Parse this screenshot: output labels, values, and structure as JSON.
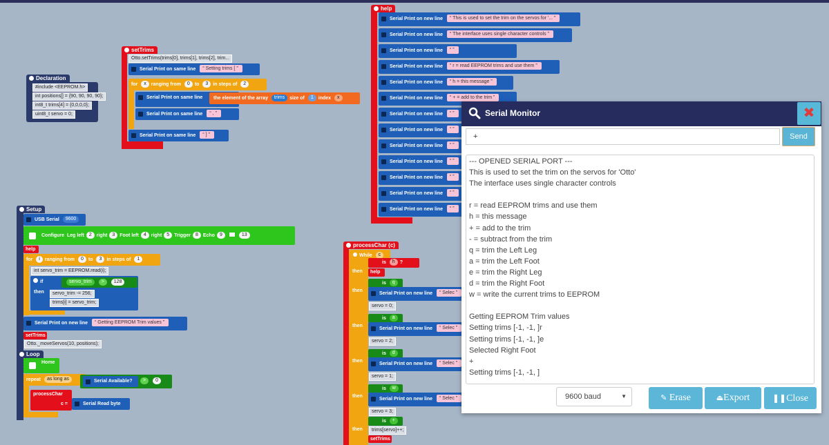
{
  "declaration": {
    "title": "Declaration",
    "lines": [
      "#include <EEPROM.h>",
      "int positions[] = {90, 90, 90, 90};",
      "int8_t trims[4] = {0,0,0,0};",
      "uint8_t servo = 0;"
    ]
  },
  "settrims": {
    "title": "setTrims",
    "call": "Otto.setTrims(trims[0], trims[1], trims[2], trim...",
    "print_same": "Serial Print on same line",
    "str_setting": "Setting trims [",
    "for_label": "for",
    "var_x": "x",
    "ranging": "ranging from",
    "from": "0",
    "to_label": "to",
    "to": "3",
    "steps_label": "in steps of",
    "steps": "2",
    "element_text": "the element of the array",
    "arr": "trims",
    "size_label": "size of",
    "size_val": "1",
    "index_label": "index",
    "index_var": "x",
    "str_comma": ",",
    "str_close": "]"
  },
  "help_block": {
    "title": "help",
    "print_new": "Serial Print on new line",
    "strings": [
      "This is used to set the trim on the servos for '...",
      "The interface uses single character controls",
      "",
      "r = read EEPROM trims and use them",
      "h = this message",
      "+ = add to the trim",
      "",
      "",
      "",
      "",
      "",
      "",
      ""
    ]
  },
  "setup": {
    "title": "Setup",
    "usb": "USB Serial",
    "baud": "9600",
    "configure": "Configure",
    "leg_left": "Leg left",
    "v2": "2",
    "right": "right",
    "v3": "3",
    "foot_left": "Foot left",
    "v4": "4",
    "v5": "5",
    "trigger": "Trigger",
    "v8": "8",
    "echo": "Echo",
    "v9": "9",
    "v13": "13",
    "help": "help",
    "for_label": "for",
    "var_i": "i",
    "ranging": "ranging from",
    "from": "0",
    "to_label": "to",
    "to": "3",
    "steps_label": "in steps of",
    "steps": "1",
    "read_line": "int servo_trim = EEPROM.read(i);",
    "if_label": "if",
    "cond_var": "servo_trim",
    "cond_op": ">",
    "cond_val": "128",
    "then_label": "then",
    "then1": "servo_trim -= 256;",
    "then2": "trims[i] = servo_trim;",
    "print_new": "Serial Print on new line",
    "str_getting": "Getting EEPROM Trim values",
    "settrims": "setTrims",
    "move": "Otto._moveServos(10, positions);"
  },
  "loop": {
    "title": "Loop",
    "home": "Home",
    "repeat": "repeat",
    "as_long": "as long as",
    "available": "Serial Available?",
    "op": ">",
    "zero": "0",
    "process": "processChar",
    "c": "c",
    "eq": "=",
    "read_byte": "Serial Read byte"
  },
  "process": {
    "title": "processChar",
    "param": "(c)",
    "while_label": "While",
    "c": "c",
    "is": "is",
    "char_h": "h",
    "q": "?",
    "then": "then",
    "help": "help",
    "chars": [
      "q",
      "a",
      "d",
      "w"
    ],
    "print_new": "Serial Print on new line",
    "select": "Selec",
    "servo_lines": [
      "servo = 0;",
      "servo = 2;",
      "servo = 1;",
      "servo = 3;"
    ],
    "plus": "+",
    "trims_inc": "trims[servo]++;",
    "settrims": "setTrims"
  },
  "monitor": {
    "title": "Serial Monitor",
    "input_value": "+",
    "send": "Send",
    "log": [
      "--- OPENED SERIAL PORT ---",
      "This is used to set the trim on the servos for 'Otto'",
      "The interface uses single character controls",
      "",
      "r = read EEPROM trims and use them",
      "h = this message",
      "+ = add to the trim",
      "- = subtract from the trim",
      "q = trim the Left Leg",
      "a = trim the Left Foot",
      "e = trim the Right Leg",
      "d = trim the Right Foot",
      "w = write the current trims to EEPROM",
      "",
      "Getting EEPROM Trim values",
      "Setting trims [-1, -1, ]r",
      "Setting trims [-1, -1, ]e",
      "Selected Right Foot",
      "+",
      "Setting trims [-1, -1, ]"
    ],
    "baud": "9600 baud",
    "erase": "Erase",
    "export": "Export",
    "close": "Close"
  }
}
